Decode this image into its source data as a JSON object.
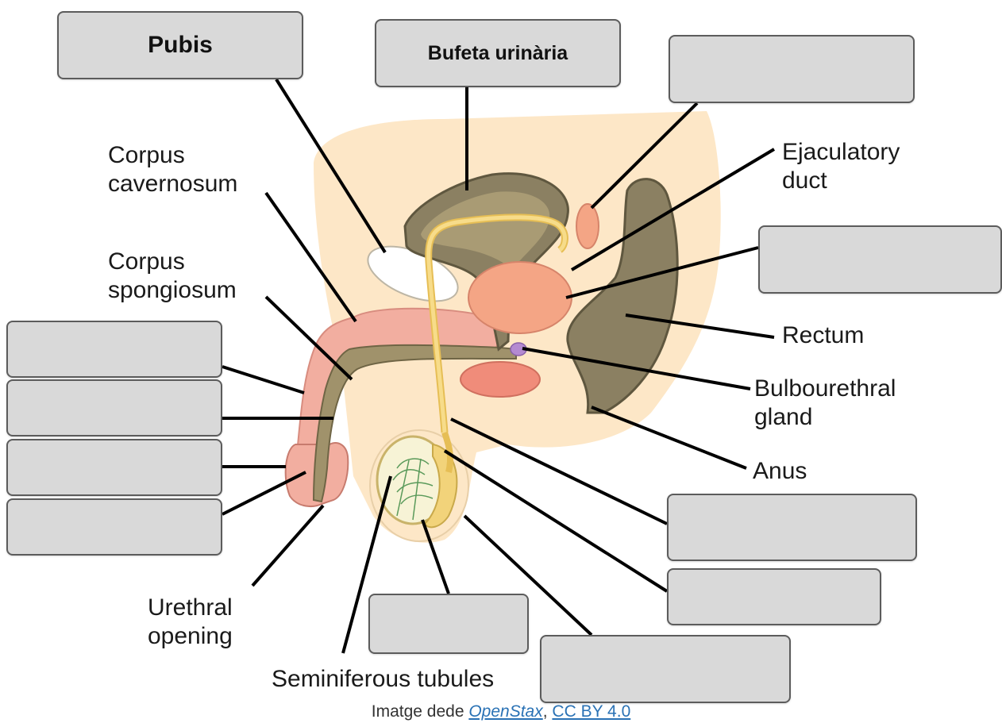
{
  "boxes": {
    "pubis": "Pubis",
    "bladder": "Bufeta urinària"
  },
  "labels": {
    "corpus_cavernosum": [
      "Corpus",
      "cavernosum"
    ],
    "corpus_spongiosum": [
      "Corpus",
      "spongiosum"
    ],
    "ejaculatory_duct": [
      "Ejaculatory",
      "duct"
    ],
    "rectum": "Rectum",
    "bulbourethral_gland": [
      "Bulbourethral",
      "gland"
    ],
    "anus": "Anus",
    "urethral_opening": [
      "Urethral",
      "opening"
    ],
    "seminiferous_tubules": "Seminiferous tubules"
  },
  "credit": {
    "prefix": "Imatge dede ",
    "source": "OpenStax",
    "separator": ", ",
    "license": "CC BY 4.0"
  },
  "colors": {
    "skin": "#fde7c7",
    "tissue_pink": "#f2aea0",
    "organ_salmon": "#f4a585",
    "organ_olive": "#8b8062",
    "duct_yellow": "#f2d37a",
    "bulbourethral_purple": "#b48ad1",
    "box_fill": "#d9d9d9",
    "link_blue": "#2a72b5"
  }
}
